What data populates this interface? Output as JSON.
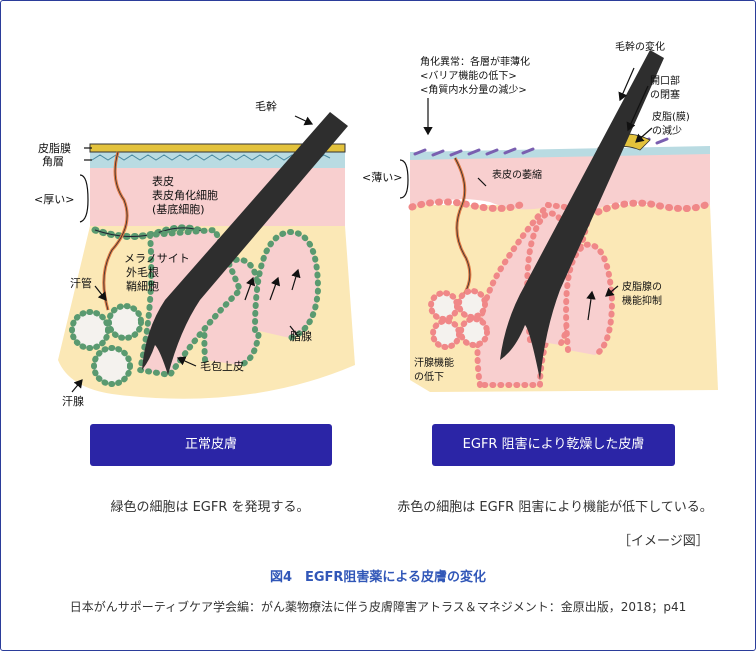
{
  "left_panel": {
    "labels": {
      "hair_shaft": "毛幹",
      "sebum_film": "皮脂膜",
      "stratum_corneum": "角層",
      "thick": "<厚い>",
      "epidermis": "表皮",
      "keratinocyte": "表皮角化細胞",
      "basal_cell": "(基底細胞)",
      "melanocyte": "メラノサイト",
      "outer_root_sheath_1": "外毛根",
      "outer_root_sheath_2": "鞘細胞",
      "sweat_duct": "汗管",
      "sweat_gland": "汗腺",
      "sebaceous_gland": "脂腺",
      "follicle_epithelium": "毛包上皮"
    },
    "button": "正常皮膚",
    "caption": "緑色の細胞は EGFR を発現する。"
  },
  "right_panel": {
    "labels": {
      "keratinization_1": "角化異常：各層が菲薄化",
      "keratinization_2": "<バリア機能の低下>",
      "keratinization_3": "<角質内水分量の減少>",
      "hair_shaft_change": "毛幹の変化",
      "orifice_1": "開口部",
      "orifice_2": "の閉塞",
      "sebum_1": "皮脂(膜)",
      "sebum_2": "の減少",
      "thin": "<薄い>",
      "epidermal_atrophy": "表皮の萎縮",
      "sebaceous_suppression_1": "皮脂腺の",
      "sebaceous_suppression_2": "機能抑制",
      "sweat_decline_1": "汗腺機能",
      "sweat_decline_2": "の低下"
    },
    "button": "EGFR 阻害により乾燥した皮膚",
    "caption": "赤色の細胞は EGFR 阻害により機能が低下している。"
  },
  "image_note": "［イメージ図］",
  "figure_title": "図4　EGFR阻害薬による皮膚の変化",
  "source": "日本がんサポーティブケア学会編：がん薬物療法に伴う皮膚障害アトラス＆マネジメント：金原出版，2018；p41",
  "colors": {
    "frame": "#2b3d9a",
    "button": "#2b25a6",
    "title": "#3157b8",
    "dermis": "#fbe8b6",
    "epidermis": "#f8cfcf",
    "green_cell": "#5a9a70",
    "red_cell": "#f08888",
    "sebum": "#e3c23c",
    "corneum": "#b9dbe2",
    "hair": "#2e2e2e",
    "sweat_duct": "#e07a45",
    "lipid_purple": "#7a5fb0"
  }
}
